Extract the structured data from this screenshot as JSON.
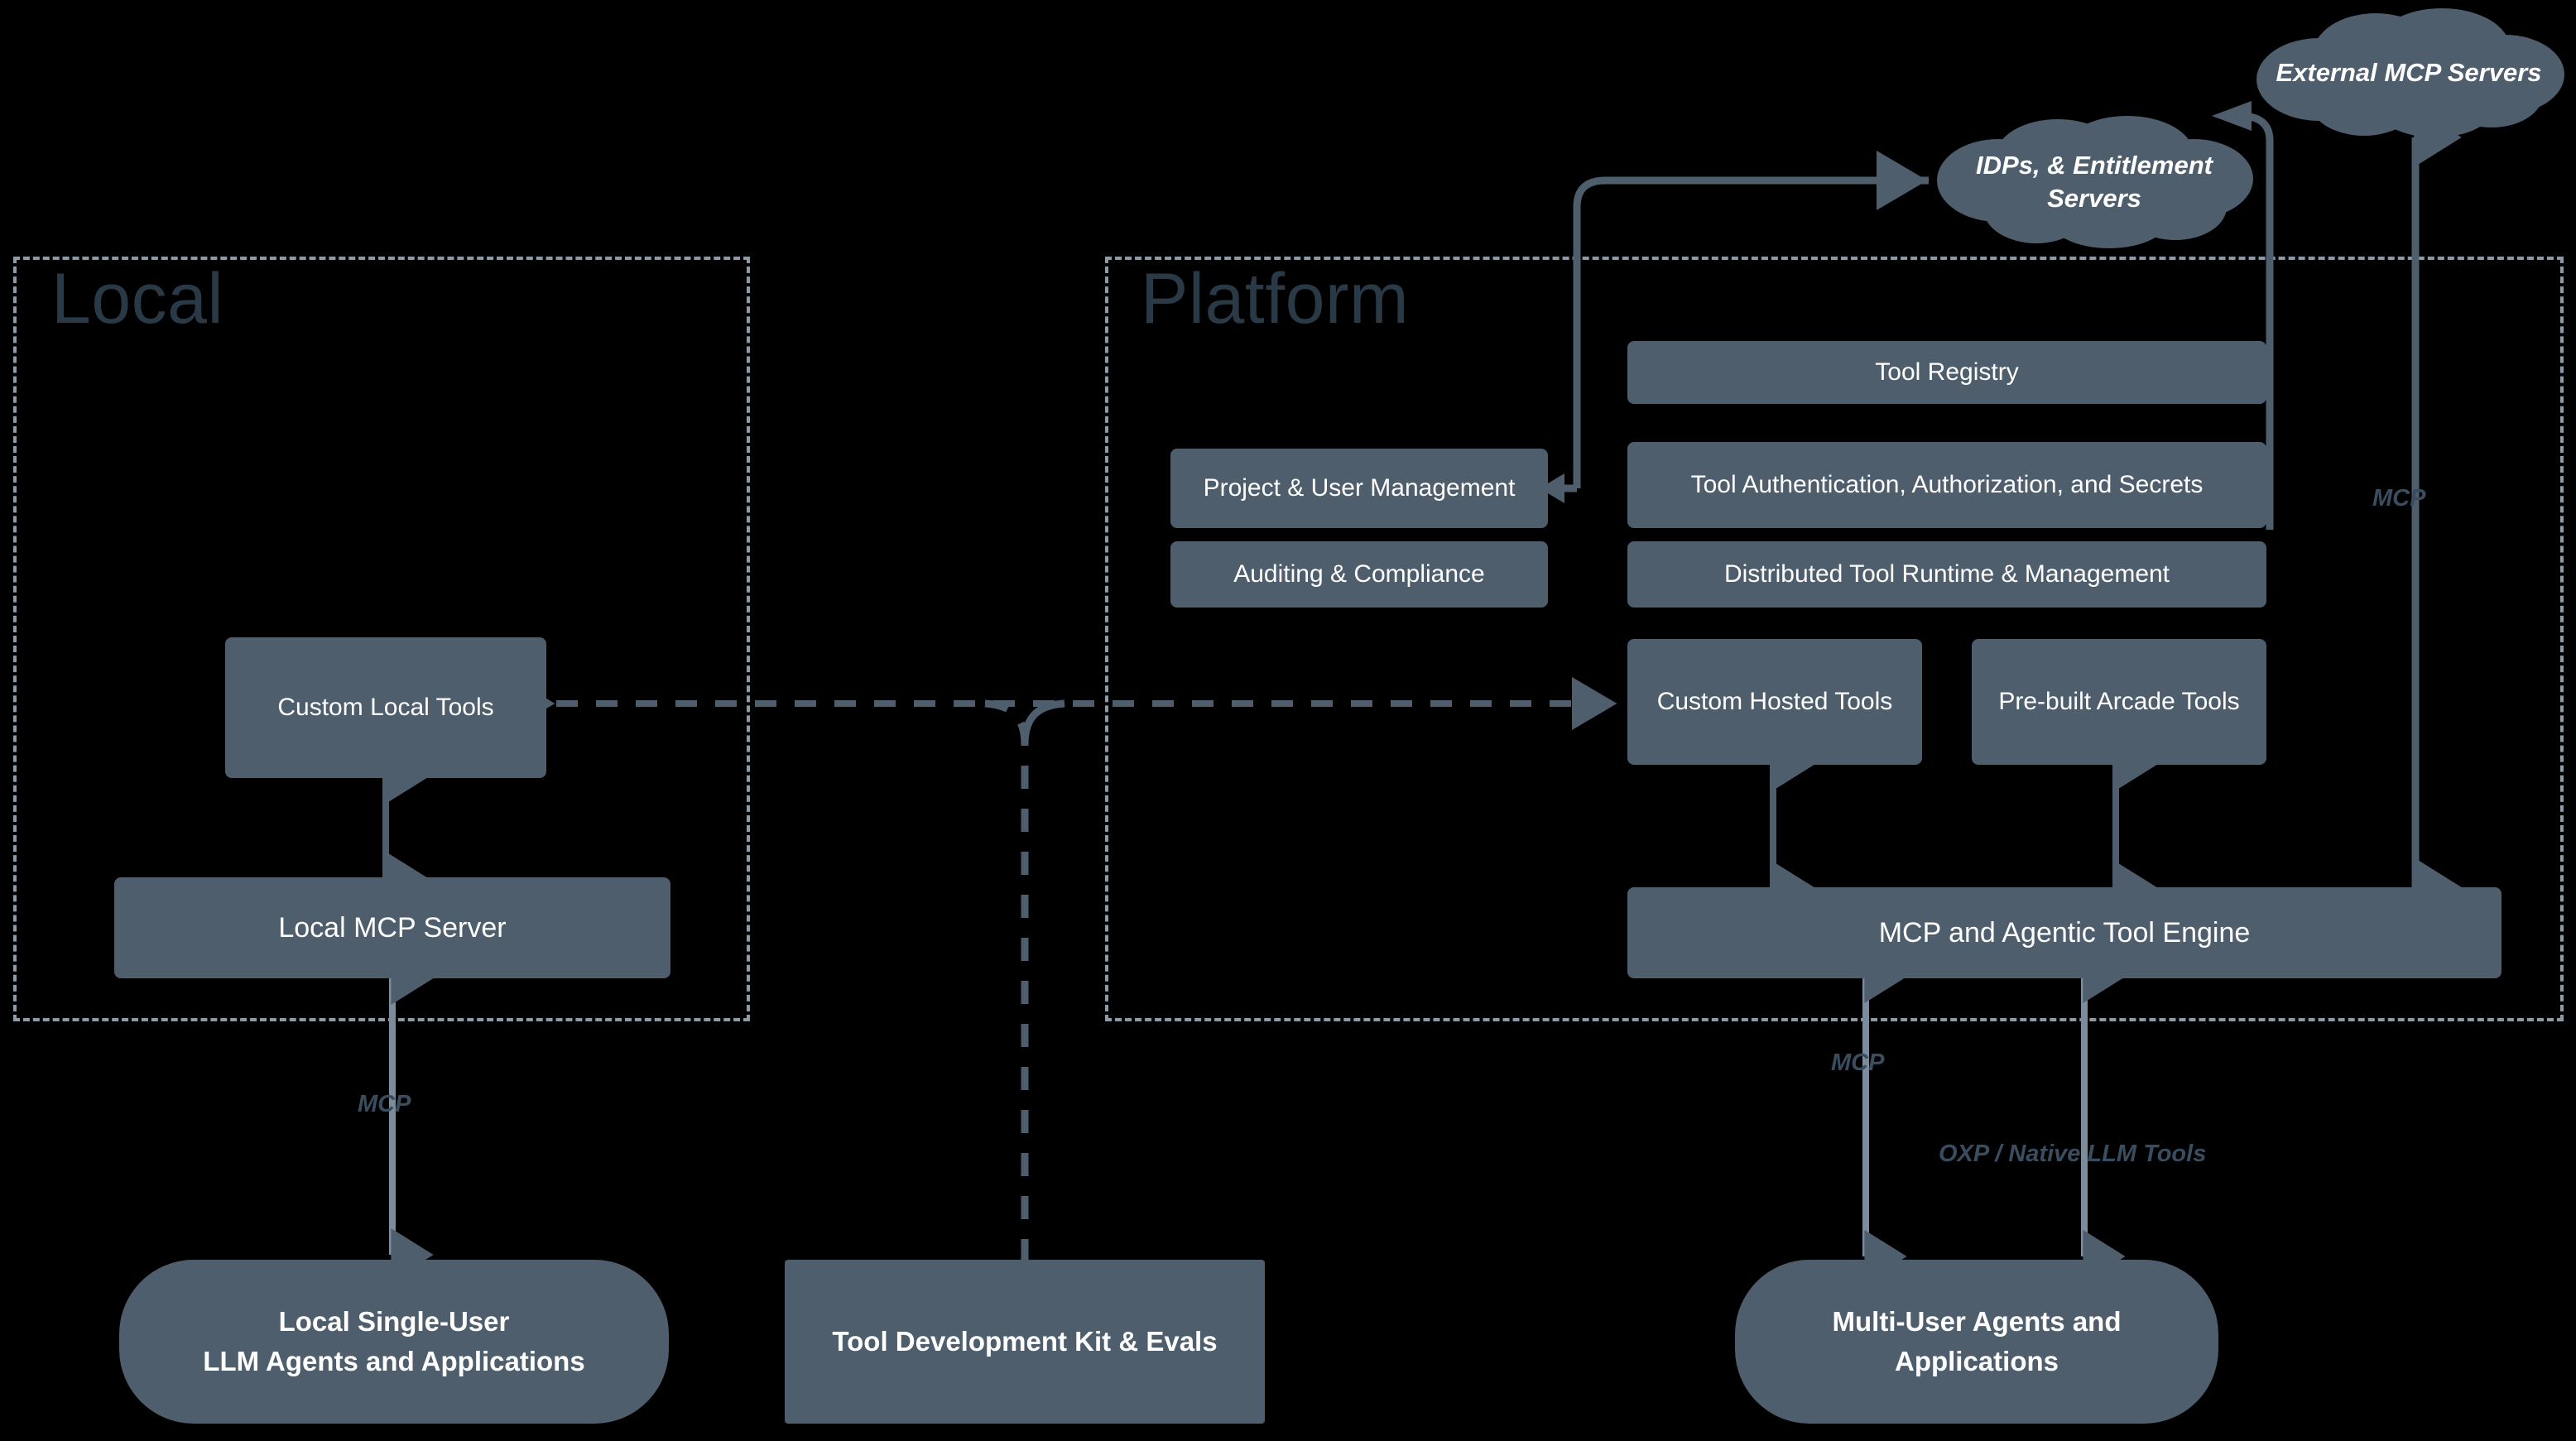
{
  "diagram": {
    "title": "Arcade Tool Platform Architecture",
    "background_color": "#000000",
    "node_fill": "#4e5e6d",
    "connector_color": "#4e5e6d",
    "zone_border_color": "#8d9aa8",
    "zone_title_color": "#2a3946",
    "label_color": "#3a4d5f"
  },
  "zones": [
    {
      "id": "local",
      "title": "Local"
    },
    {
      "id": "platform",
      "title": "Platform"
    }
  ],
  "clouds": [
    {
      "id": "external-mcp-servers",
      "label": "External MCP Servers"
    },
    {
      "id": "idps-entitlement-servers",
      "label": "IDPs, & Entitlement Servers"
    }
  ],
  "local_nodes": [
    {
      "id": "custom-local-tools",
      "label": "Custom Local Tools"
    },
    {
      "id": "local-mcp-server",
      "label": "Local MCP Server"
    }
  ],
  "platform_nodes": [
    {
      "id": "tool-registry",
      "label": "Tool Registry"
    },
    {
      "id": "project-user-management",
      "label": "Project & User Management"
    },
    {
      "id": "tool-auth",
      "label": "Tool Authentication, Authorization, and Secrets"
    },
    {
      "id": "auditing-compliance",
      "label": "Auditing & Compliance"
    },
    {
      "id": "distributed-tool-runtime",
      "label": "Distributed Tool Runtime & Management"
    },
    {
      "id": "custom-hosted-tools",
      "label": "Custom Hosted Tools"
    },
    {
      "id": "prebuilt-arcade-tools",
      "label": "Pre-built Arcade Tools"
    },
    {
      "id": "mcp-agentic-tool-engine",
      "label": "MCP and Agentic Tool Engine"
    }
  ],
  "standalone_nodes": [
    {
      "id": "tool-development-kit",
      "label": "Tool Development Kit & Evals"
    }
  ],
  "consumers": [
    {
      "id": "local-single-user-agents",
      "line1": "Local Single-User",
      "line2": "LLM Agents and Applications"
    },
    {
      "id": "multi-user-agents",
      "line1": "Multi-User Agents and",
      "line2": "Applications"
    }
  ],
  "edge_labels": [
    {
      "id": "mcp-local",
      "text": "MCP"
    },
    {
      "id": "mcp-platform-bottom",
      "text": "MCP"
    },
    {
      "id": "mcp-external",
      "text": "MCP"
    },
    {
      "id": "oxp-native-llm-tools",
      "text": "OXP / Native LLM Tools"
    }
  ]
}
